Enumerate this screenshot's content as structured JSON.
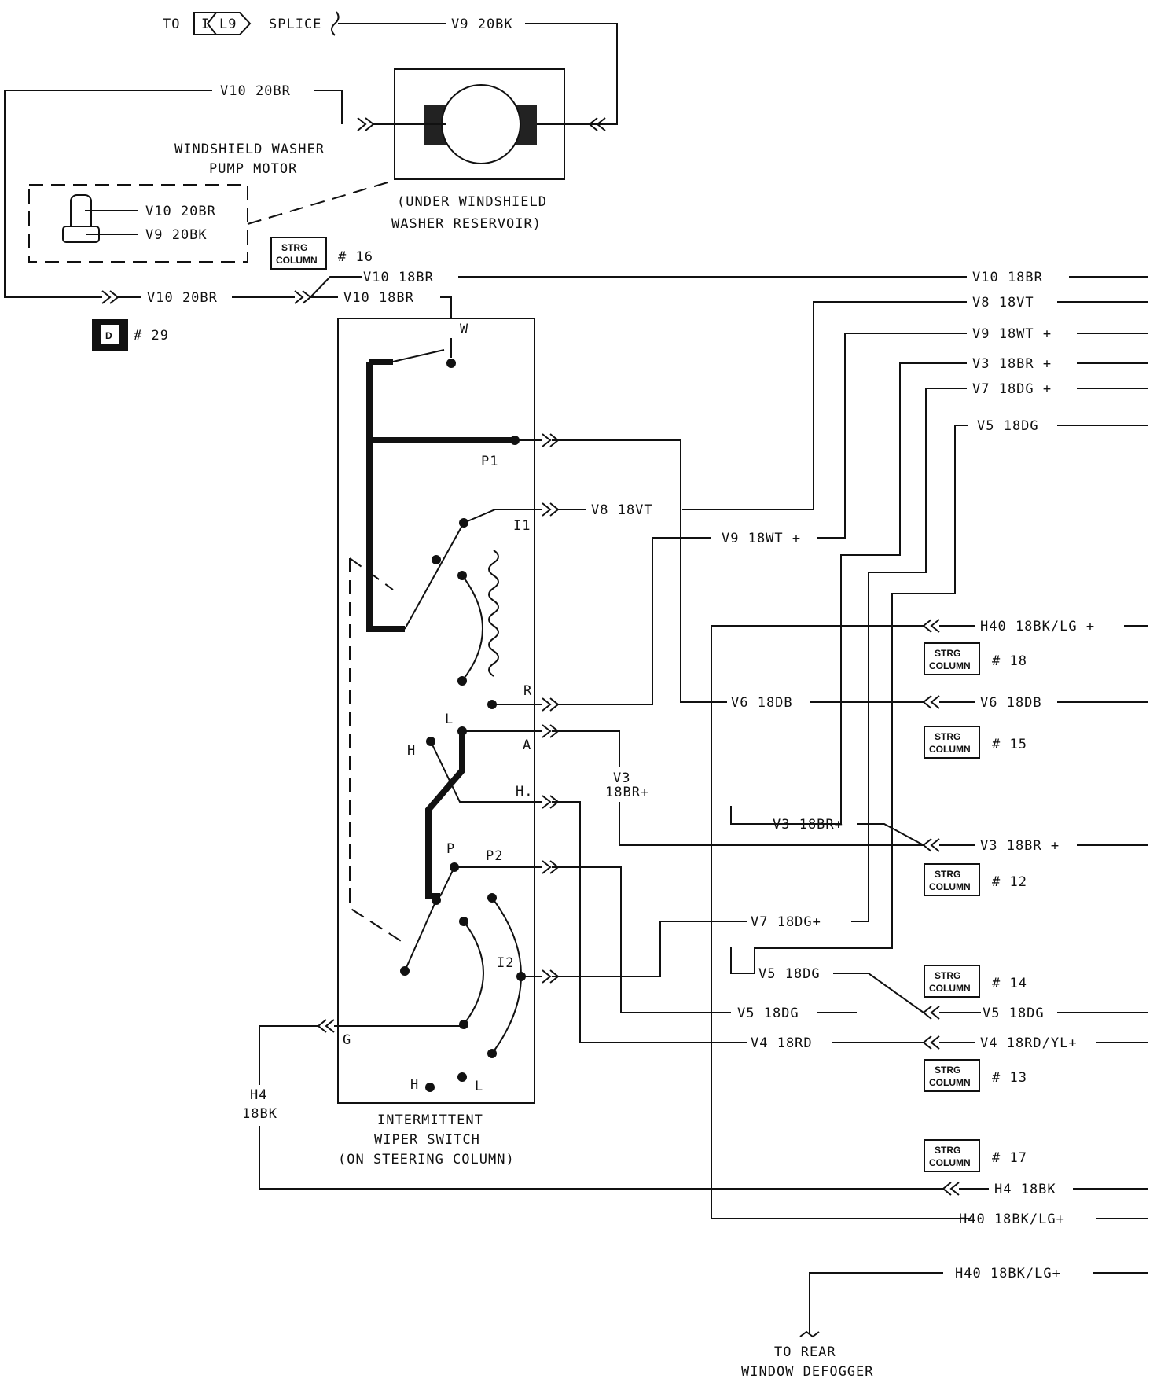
{
  "splice": {
    "to": "TO",
    "connector_left": "I",
    "connector_right": "L9",
    "splice": "SPLICE"
  },
  "pump": {
    "title_1": "WINDSHIELD WASHER",
    "title_2": "PUMP MOTOR",
    "location_1": "(UNDER WINDSHIELD",
    "location_2": "WASHER RESERVOIR)"
  },
  "wires": {
    "v9_20bk": "V9 20BK",
    "v10_20br": "V10 20BR",
    "v10_18br": "V10 18BR",
    "v8_18vt": "V8 18VT",
    "v9_18wt": "V9 18WT +",
    "v3_18br": "V3 18BR +",
    "v7_18dg": "V7 18DG +",
    "v5_18dg": "V5 18DG",
    "h40": "H40 18BK/LG +",
    "v6_18db": "V6 18DB",
    "v3_18br_in": "V3 18BR+",
    "v7_18dg_in": "V7 18DG+",
    "v5_18dg_in": "V5 18DG",
    "v4_18rd": "V4 18RD",
    "v4_18rdyl": "V4 18RD/YL+",
    "h4_18bk": "H4 18BK",
    "h40_b": "H40 18BK/LG+",
    "v3_left_1": "V3",
    "v3_left_2": "18BR+",
    "h4_left_1": "H4",
    "h4_left_2": "18BK"
  },
  "connectors": {
    "strg_1": "STRG",
    "strg_2": "COLUMN",
    "c16": "# 16",
    "c18": "# 18",
    "c15": "# 15",
    "c12": "# 12",
    "c14": "# 14",
    "c13": "# 13",
    "c17": "# 17",
    "c29": "# 29",
    "d": "D"
  },
  "switch": {
    "w": "W",
    "p1": "P1",
    "i1": "I1",
    "r": "R",
    "l": "L",
    "a": "A",
    "h": "H",
    "h_dot": "H.",
    "p": "P",
    "p2": "P2",
    "i2": "I2",
    "g": "G",
    "h_bottom": "H",
    "l_bottom": "L",
    "title_1": "INTERMITTENT",
    "title_2": "WIPER SWITCH",
    "title_3": "(ON STEERING COLUMN)"
  },
  "defogger": {
    "line_1": "TO REAR",
    "line_2": "WINDOW DEFOGGER"
  }
}
